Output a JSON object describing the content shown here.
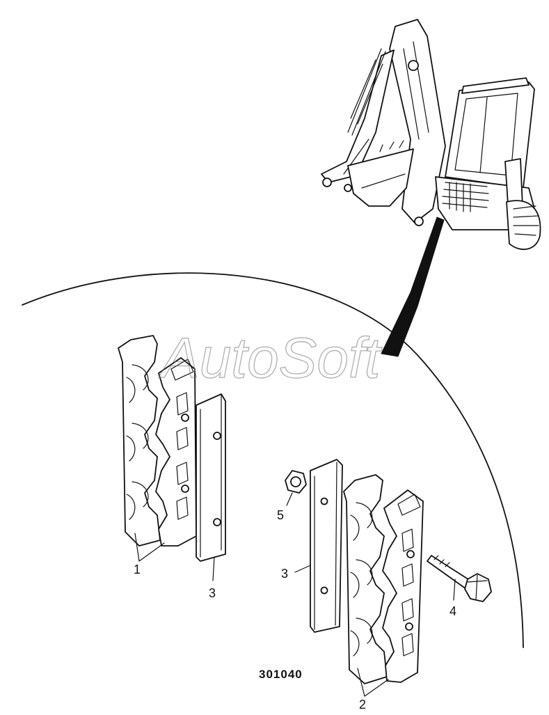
{
  "watermark": "AutoSoft",
  "figure_number": "301040",
  "callouts": {
    "c1": "1",
    "c2": "2",
    "c3a": "3",
    "c3b": "3",
    "c4": "4",
    "c5": "5"
  }
}
